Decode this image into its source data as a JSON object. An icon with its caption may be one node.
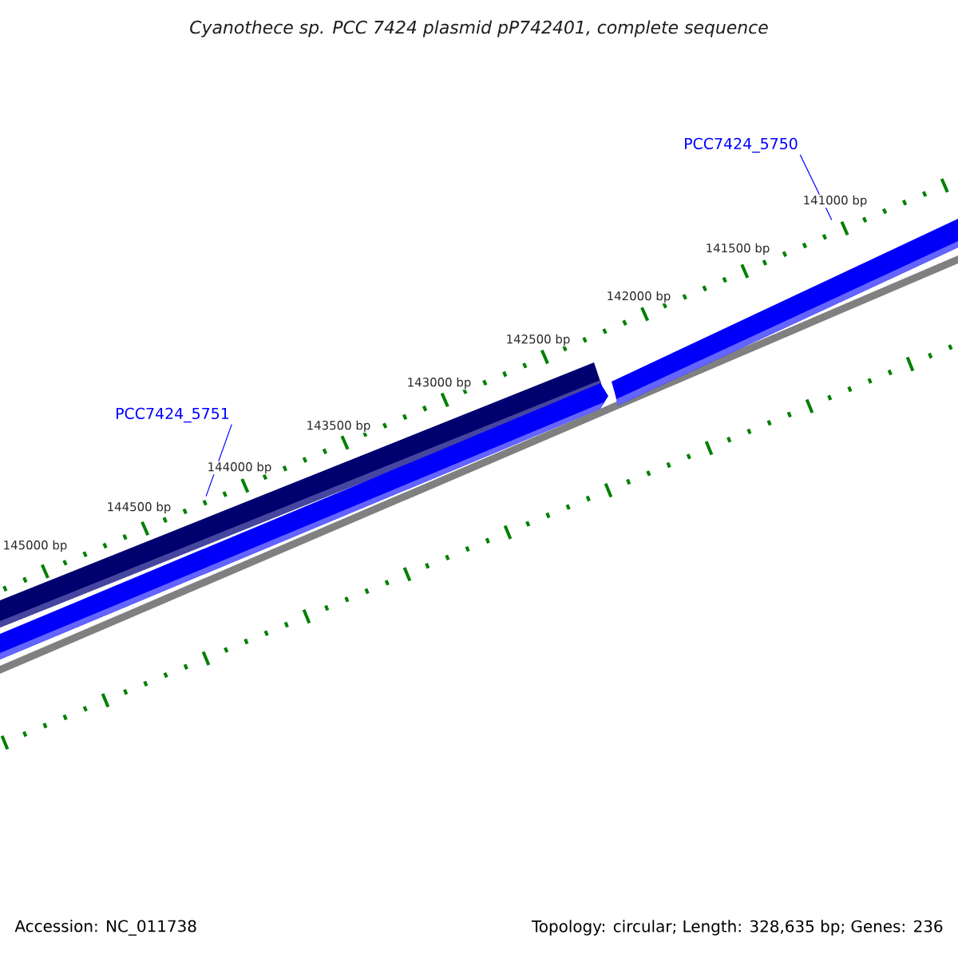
{
  "diagram": {
    "title": "Cyanothece sp. PCC 7424 plasmid pP742401, complete sequence",
    "nodes": [
      {
        "text": [
          "PCC7424_5750"
        ]
      },
      {
        "text": [
          "PCC7424_5751"
        ]
      },
      {
        "text": [],
        "shape": "bar"
      },
      {
        "text": [],
        "shape": "bar"
      }
    ],
    "edges": [
      {
        "from": 0,
        "to": 3,
        "arrow": "none"
      },
      {
        "from": 1,
        "to": 2,
        "arrow": "none"
      }
    ],
    "labels": [
      "141000 bp",
      "141500 bp",
      "142000 bp",
      "142500 bp",
      "143000 bp",
      "143500 bp",
      "144000 bp",
      "144500 bp",
      "145000 bp",
      "Accession: NC_011738",
      "Topology: circular; Length: 328,635 bp; Genes: 236"
    ]
  }
}
